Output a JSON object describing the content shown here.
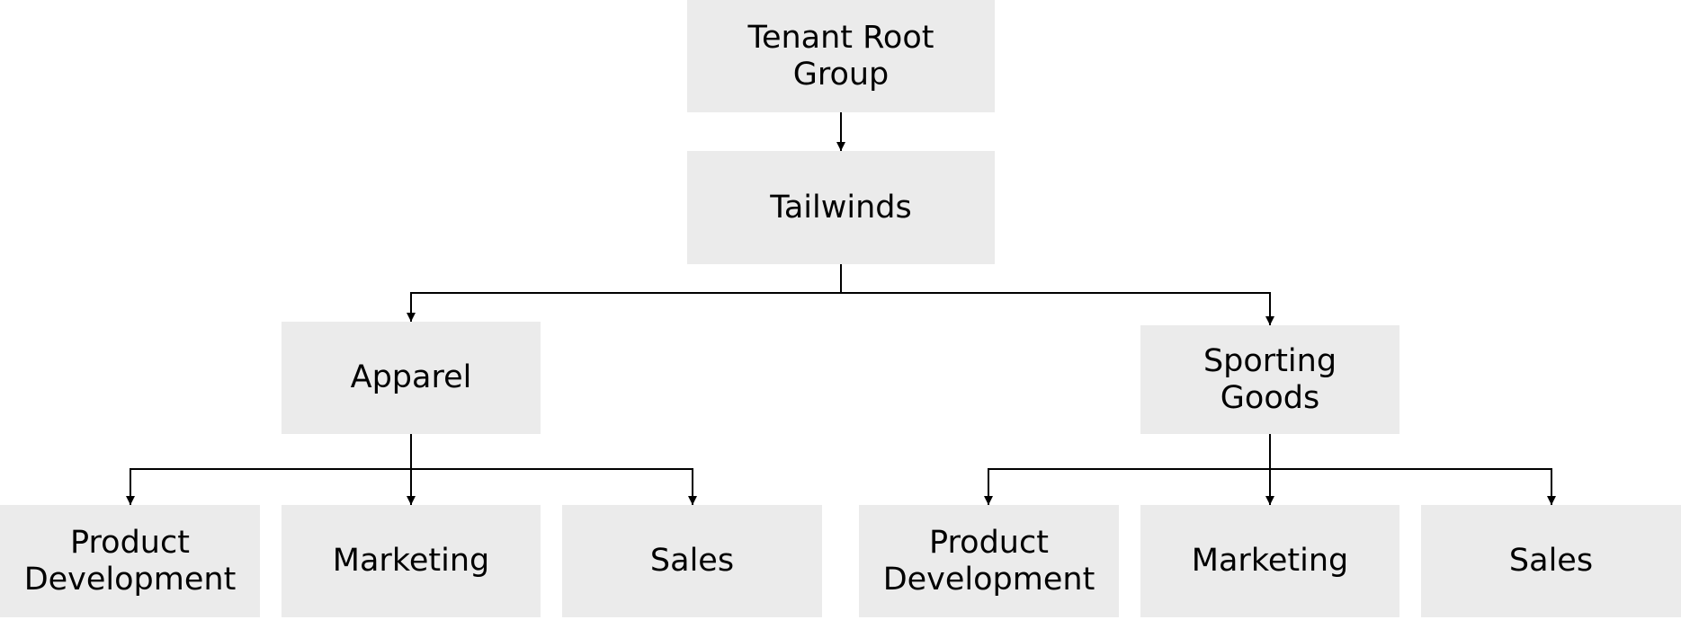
{
  "diagram": {
    "nodes": {
      "root": {
        "label": "Tenant Root\nGroup"
      },
      "tailwinds": {
        "label": "Tailwinds"
      },
      "apparel": {
        "label": "Apparel"
      },
      "sporting_goods": {
        "label": "Sporting\nGoods"
      },
      "apparel_product_development": {
        "label": "Product\nDevelopment"
      },
      "apparel_marketing": {
        "label": "Marketing"
      },
      "apparel_sales": {
        "label": "Sales"
      },
      "sporting_product_development": {
        "label": "Product\nDevelopment"
      },
      "sporting_marketing": {
        "label": "Marketing"
      },
      "sporting_sales": {
        "label": "Sales"
      }
    },
    "edges": [
      {
        "from": "root",
        "to": "tailwinds"
      },
      {
        "from": "tailwinds",
        "to": "apparel"
      },
      {
        "from": "tailwinds",
        "to": "sporting_goods"
      },
      {
        "from": "apparel",
        "to": "apparel_product_development"
      },
      {
        "from": "apparel",
        "to": "apparel_marketing"
      },
      {
        "from": "apparel",
        "to": "apparel_sales"
      },
      {
        "from": "sporting_goods",
        "to": "sporting_product_development"
      },
      {
        "from": "sporting_goods",
        "to": "sporting_marketing"
      },
      {
        "from": "sporting_goods",
        "to": "sporting_sales"
      }
    ],
    "colors": {
      "node_fill": "#ebebeb",
      "line": "#000000",
      "text": "#000000",
      "background": "#ffffff"
    }
  }
}
